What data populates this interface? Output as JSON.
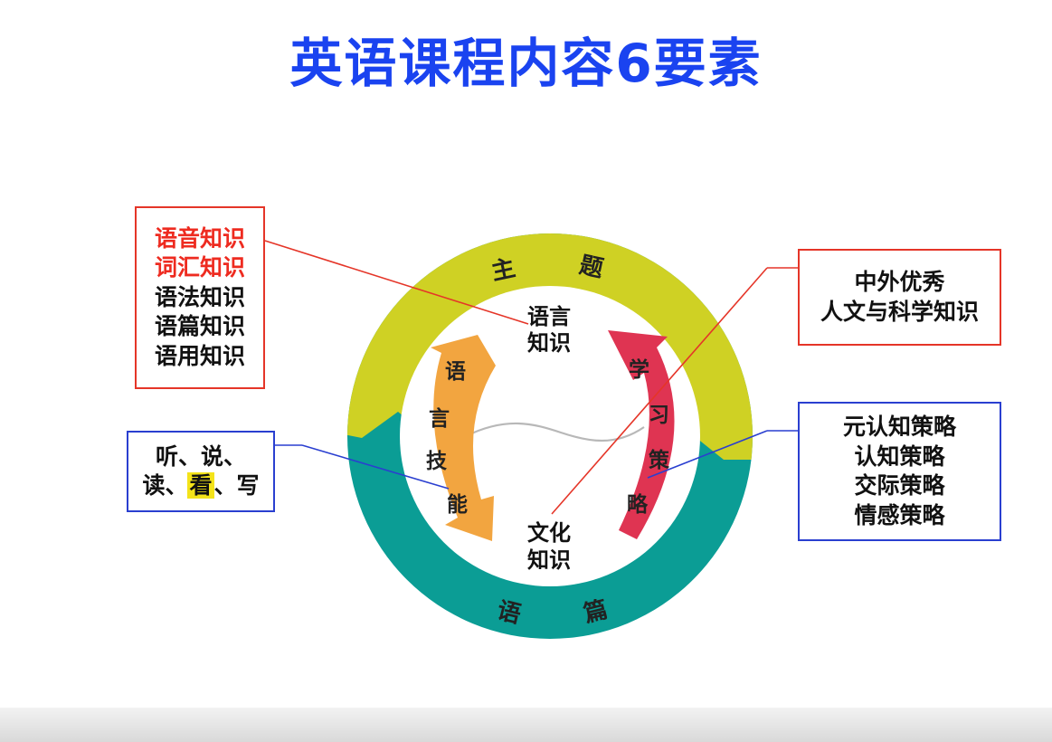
{
  "title": "英语课程内容6要素",
  "ring": {
    "top_label_1": "主",
    "top_label_2": "题",
    "bottom_label_1": "语",
    "bottom_label_2": "篇"
  },
  "center": {
    "language_knowledge": [
      "语言",
      "知识"
    ],
    "culture_knowledge": [
      "文化",
      "知识"
    ]
  },
  "left_arrow_chars": [
    "语",
    "言",
    "技",
    "能"
  ],
  "right_arrow_chars": [
    "学",
    "习",
    "策",
    "略"
  ],
  "box_knowledge": {
    "items": [
      "语音知识",
      "词汇知识",
      "语法知识",
      "语篇知识",
      "语用知识"
    ]
  },
  "box_skills": {
    "line1": "听、说、",
    "line2_a": "读、",
    "line2_highlight": "看",
    "line2_b": "、写"
  },
  "box_culture": {
    "line1": "中外优秀",
    "line2": "人文与科学知识"
  },
  "box_strategies": {
    "items": [
      "元认知策略",
      "认知策略",
      "交际策略",
      "情感策略"
    ]
  },
  "colors": {
    "title": "#1a43f0",
    "ring_top": "#cfd124",
    "ring_bottom": "#0b9d95",
    "arrow_left": "#f2a540",
    "arrow_right": "#df3452",
    "box_red_border": "#e53528",
    "box_blue_border": "#2a3fd0",
    "highlight": "#f4e31a"
  }
}
